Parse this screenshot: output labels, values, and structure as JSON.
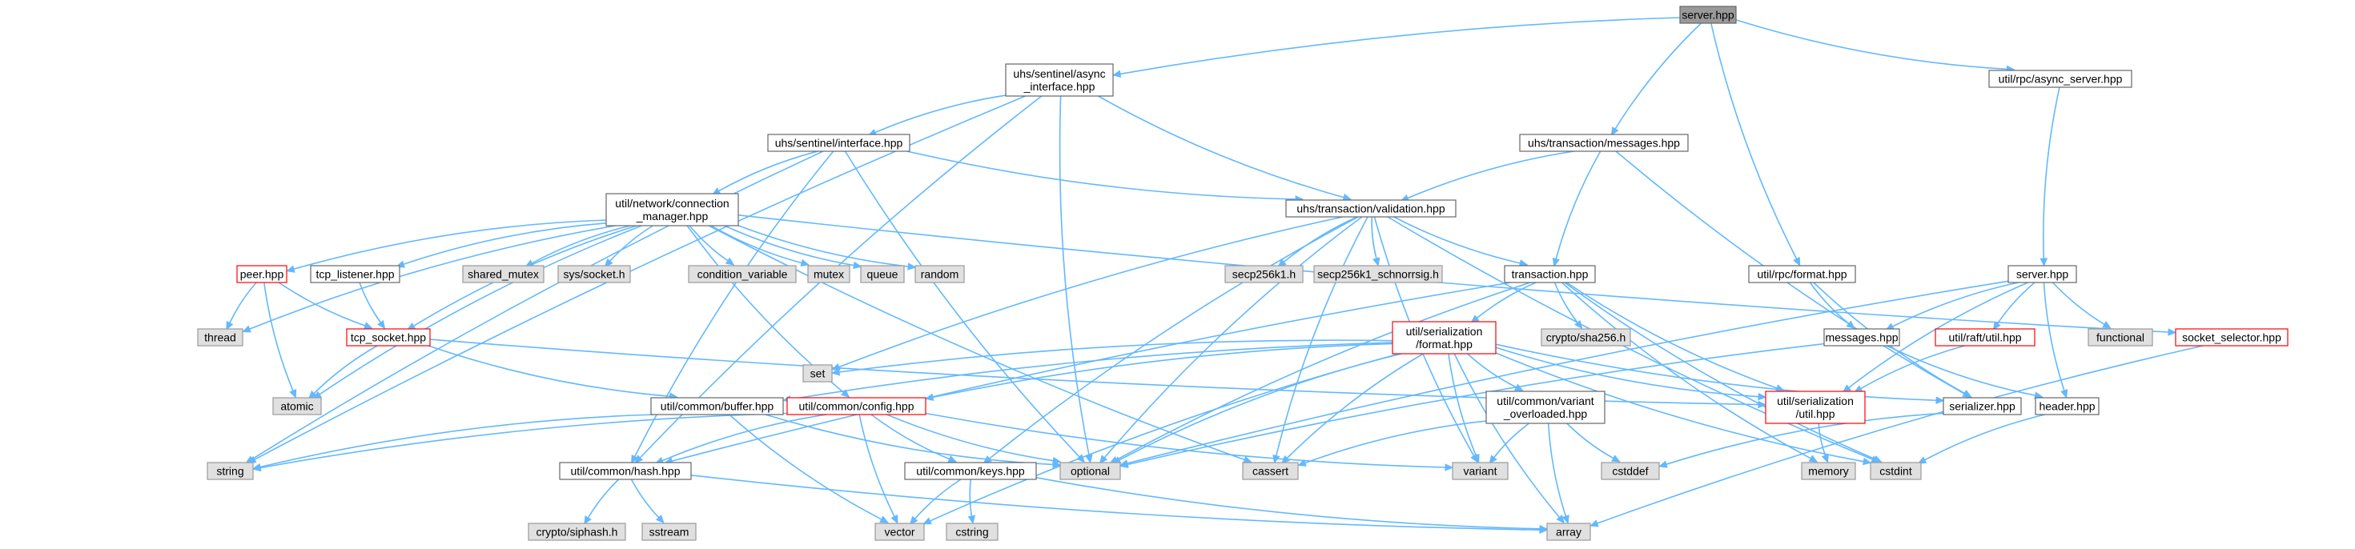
{
  "colors": {
    "edge": "#63b8ff",
    "root_fill": "#999999",
    "root_border": "#666666",
    "documented_fill": "#ffffff",
    "documented_border": "#666666",
    "truncated_border": "#ff0000",
    "system_fill": "#e0e0e0",
    "system_border": "#999999"
  },
  "nodes": [
    {
      "id": "server_root",
      "lines": [
        "server.hpp"
      ],
      "kind": "root"
    },
    {
      "id": "async_interface",
      "lines": [
        "uhs/sentinel/async",
        "_interface.hpp"
      ],
      "kind": "doc"
    },
    {
      "id": "async_server",
      "lines": [
        "util/rpc/async_server.hpp"
      ],
      "kind": "doc"
    },
    {
      "id": "sentinel_interface",
      "lines": [
        "uhs/sentinel/interface.hpp"
      ],
      "kind": "doc"
    },
    {
      "id": "tx_messages",
      "lines": [
        "uhs/transaction/messages.hpp"
      ],
      "kind": "doc"
    },
    {
      "id": "conn_manager",
      "lines": [
        "util/network/connection",
        "_manager.hpp"
      ],
      "kind": "doc"
    },
    {
      "id": "tx_validation",
      "lines": [
        "uhs/transaction/validation.hpp"
      ],
      "kind": "doc"
    },
    {
      "id": "peer",
      "lines": [
        "peer.hpp"
      ],
      "kind": "trunc"
    },
    {
      "id": "tcp_listener",
      "lines": [
        "tcp_listener.hpp"
      ],
      "kind": "doc"
    },
    {
      "id": "shared_mutex",
      "lines": [
        "shared_mutex"
      ],
      "kind": "sys"
    },
    {
      "id": "sys_socket",
      "lines": [
        "sys/socket.h"
      ],
      "kind": "sys"
    },
    {
      "id": "condition_variable",
      "lines": [
        "condition_variable"
      ],
      "kind": "sys"
    },
    {
      "id": "mutex",
      "lines": [
        "mutex"
      ],
      "kind": "sys"
    },
    {
      "id": "queue",
      "lines": [
        "queue"
      ],
      "kind": "sys"
    },
    {
      "id": "random",
      "lines": [
        "random"
      ],
      "kind": "sys"
    },
    {
      "id": "secp256k1",
      "lines": [
        "secp256k1.h"
      ],
      "kind": "sys"
    },
    {
      "id": "schnorrsig",
      "lines": [
        "secp256k1_schnorrsig.h"
      ],
      "kind": "sys"
    },
    {
      "id": "transaction",
      "lines": [
        "transaction.hpp"
      ],
      "kind": "doc"
    },
    {
      "id": "rpc_format",
      "lines": [
        "util/rpc/format.hpp"
      ],
      "kind": "doc"
    },
    {
      "id": "server2",
      "lines": [
        "server.hpp"
      ],
      "kind": "doc"
    },
    {
      "id": "thread",
      "lines": [
        "thread"
      ],
      "kind": "sys"
    },
    {
      "id": "tcp_socket",
      "lines": [
        "tcp_socket.hpp"
      ],
      "kind": "trunc"
    },
    {
      "id": "ser_format",
      "lines": [
        "util/serialization",
        "/format.hpp"
      ],
      "kind": "trunc"
    },
    {
      "id": "crypto_sha256",
      "lines": [
        "crypto/sha256.h"
      ],
      "kind": "sys"
    },
    {
      "id": "messages",
      "lines": [
        "messages.hpp"
      ],
      "kind": "doc"
    },
    {
      "id": "raft_util",
      "lines": [
        "util/raft/util.hpp"
      ],
      "kind": "trunc"
    },
    {
      "id": "functional",
      "lines": [
        "functional"
      ],
      "kind": "sys"
    },
    {
      "id": "socket_selector",
      "lines": [
        "socket_selector.hpp"
      ],
      "kind": "trunc"
    },
    {
      "id": "atomic",
      "lines": [
        "atomic"
      ],
      "kind": "sys"
    },
    {
      "id": "buffer",
      "lines": [
        "util/common/buffer.hpp"
      ],
      "kind": "doc"
    },
    {
      "id": "set",
      "lines": [
        "set"
      ],
      "kind": "sys"
    },
    {
      "id": "config",
      "lines": [
        "util/common/config.hpp"
      ],
      "kind": "trunc"
    },
    {
      "id": "variant_overloaded",
      "lines": [
        "util/common/variant",
        "_overloaded.hpp"
      ],
      "kind": "doc"
    },
    {
      "id": "ser_util",
      "lines": [
        "util/serialization",
        "/util.hpp"
      ],
      "kind": "trunc"
    },
    {
      "id": "serializer",
      "lines": [
        "serializer.hpp"
      ],
      "kind": "doc"
    },
    {
      "id": "header",
      "lines": [
        "header.hpp"
      ],
      "kind": "doc"
    },
    {
      "id": "string",
      "lines": [
        "string"
      ],
      "kind": "sys"
    },
    {
      "id": "hash",
      "lines": [
        "util/common/hash.hpp"
      ],
      "kind": "doc"
    },
    {
      "id": "keys",
      "lines": [
        "util/common/keys.hpp"
      ],
      "kind": "doc"
    },
    {
      "id": "optional",
      "lines": [
        "optional"
      ],
      "kind": "sys"
    },
    {
      "id": "cassert",
      "lines": [
        "cassert"
      ],
      "kind": "sys"
    },
    {
      "id": "variant",
      "lines": [
        "variant"
      ],
      "kind": "sys"
    },
    {
      "id": "cstddef",
      "lines": [
        "cstddef"
      ],
      "kind": "sys"
    },
    {
      "id": "memory",
      "lines": [
        "memory"
      ],
      "kind": "sys"
    },
    {
      "id": "cstdint",
      "lines": [
        "cstdint"
      ],
      "kind": "sys"
    },
    {
      "id": "siphash",
      "lines": [
        "crypto/siphash.h"
      ],
      "kind": "sys"
    },
    {
      "id": "sstream",
      "lines": [
        "sstream"
      ],
      "kind": "sys"
    },
    {
      "id": "vector",
      "lines": [
        "vector"
      ],
      "kind": "sys"
    },
    {
      "id": "cstring",
      "lines": [
        "cstring"
      ],
      "kind": "sys"
    },
    {
      "id": "array",
      "lines": [
        "array"
      ],
      "kind": "sys"
    }
  ],
  "edges": [
    [
      "server_root",
      "async_interface"
    ],
    [
      "server_root",
      "tx_messages"
    ],
    [
      "server_root",
      "rpc_format"
    ],
    [
      "server_root",
      "async_server"
    ],
    [
      "async_interface",
      "sentinel_interface"
    ],
    [
      "async_interface",
      "tx_validation"
    ],
    [
      "async_interface",
      "optional"
    ],
    [
      "async_interface",
      "string"
    ],
    [
      "async_interface",
      "hash"
    ],
    [
      "async_server",
      "server2"
    ],
    [
      "sentinel_interface",
      "conn_manager"
    ],
    [
      "sentinel_interface",
      "tx_validation"
    ],
    [
      "sentinel_interface",
      "optional"
    ],
    [
      "sentinel_interface",
      "string"
    ],
    [
      "sentinel_interface",
      "hash"
    ],
    [
      "tx_messages",
      "tx_validation"
    ],
    [
      "tx_messages",
      "transaction"
    ],
    [
      "tx_messages",
      "serializer"
    ],
    [
      "conn_manager",
      "peer"
    ],
    [
      "conn_manager",
      "tcp_listener"
    ],
    [
      "conn_manager",
      "shared_mutex"
    ],
    [
      "conn_manager",
      "sys_socket"
    ],
    [
      "conn_manager",
      "condition_variable"
    ],
    [
      "conn_manager",
      "mutex"
    ],
    [
      "conn_manager",
      "queue"
    ],
    [
      "conn_manager",
      "random"
    ],
    [
      "conn_manager",
      "thread"
    ],
    [
      "conn_manager",
      "tcp_socket"
    ],
    [
      "conn_manager",
      "atomic"
    ],
    [
      "conn_manager",
      "config"
    ],
    [
      "conn_manager",
      "cassert"
    ],
    [
      "conn_manager",
      "socket_selector"
    ],
    [
      "tx_validation",
      "secp256k1"
    ],
    [
      "tx_validation",
      "schnorrsig"
    ],
    [
      "tx_validation",
      "transaction"
    ],
    [
      "tx_validation",
      "set"
    ],
    [
      "tx_validation",
      "optional"
    ],
    [
      "tx_validation",
      "cassert"
    ],
    [
      "tx_validation",
      "variant"
    ],
    [
      "tx_validation",
      "cstdint"
    ],
    [
      "tx_validation",
      "keys"
    ],
    [
      "peer",
      "thread"
    ],
    [
      "peer",
      "atomic"
    ],
    [
      "peer",
      "tcp_socket"
    ],
    [
      "tcp_listener",
      "tcp_socket"
    ],
    [
      "tcp_socket",
      "atomic"
    ],
    [
      "tcp_socket",
      "buffer"
    ],
    [
      "tcp_socket",
      "ser_util"
    ],
    [
      "transaction",
      "ser_format"
    ],
    [
      "transaction",
      "crypto_sha256"
    ],
    [
      "transaction",
      "hash"
    ],
    [
      "transaction",
      "optional"
    ],
    [
      "transaction",
      "ser_util"
    ],
    [
      "transaction",
      "memory"
    ],
    [
      "transaction",
      "cstdint"
    ],
    [
      "rpc_format",
      "messages"
    ],
    [
      "rpc_format",
      "serializer"
    ],
    [
      "server2",
      "messages"
    ],
    [
      "server2",
      "raft_util"
    ],
    [
      "server2",
      "functional"
    ],
    [
      "server2",
      "ser_util"
    ],
    [
      "server2",
      "header"
    ],
    [
      "server2",
      "optional"
    ],
    [
      "ser_format",
      "buffer"
    ],
    [
      "ser_format",
      "set"
    ],
    [
      "ser_format",
      "config"
    ],
    [
      "ser_format",
      "variant_overloaded"
    ],
    [
      "ser_format",
      "ser_util"
    ],
    [
      "ser_format",
      "serializer"
    ],
    [
      "ser_format",
      "optional"
    ],
    [
      "ser_format",
      "cassert"
    ],
    [
      "ser_format",
      "variant"
    ],
    [
      "ser_format",
      "cstdint"
    ],
    [
      "ser_format",
      "array"
    ],
    [
      "ser_format",
      "vector"
    ],
    [
      "messages",
      "optional"
    ],
    [
      "messages",
      "header"
    ],
    [
      "raft_util",
      "ser_util"
    ],
    [
      "socket_selector",
      "array"
    ],
    [
      "buffer",
      "string"
    ],
    [
      "buffer",
      "vector"
    ],
    [
      "buffer",
      "optional"
    ],
    [
      "config",
      "string"
    ],
    [
      "config",
      "hash"
    ],
    [
      "config",
      "keys"
    ],
    [
      "config",
      "optional"
    ],
    [
      "config",
      "variant"
    ],
    [
      "config",
      "vector"
    ],
    [
      "variant_overloaded",
      "variant"
    ],
    [
      "variant_overloaded",
      "cassert"
    ],
    [
      "variant_overloaded",
      "cstddef"
    ],
    [
      "variant_overloaded",
      "array"
    ],
    [
      "ser_util",
      "memory"
    ],
    [
      "serializer",
      "cstddef"
    ],
    [
      "header",
      "cstdint"
    ],
    [
      "hash",
      "siphash"
    ],
    [
      "hash",
      "sstream"
    ],
    [
      "hash",
      "array"
    ],
    [
      "keys",
      "vector"
    ],
    [
      "keys",
      "cstring"
    ],
    [
      "keys",
      "array"
    ]
  ]
}
